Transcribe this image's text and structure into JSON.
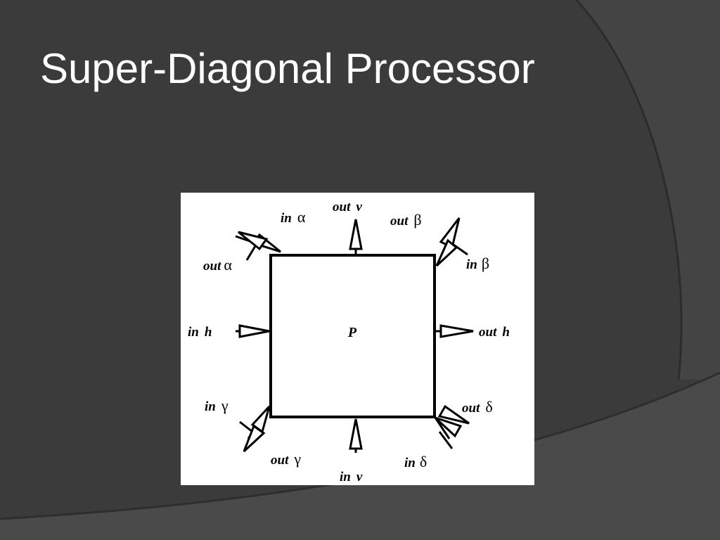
{
  "slide": {
    "title": "Super-Diagonal Processor",
    "background_color": "#3b3b3b",
    "title_color": "#ffffff"
  },
  "diagram": {
    "processor_label": "P",
    "ports": {
      "in_alpha": {
        "word": "in",
        "symbol": "α"
      },
      "out_v": {
        "word": "out",
        "symbol": "v"
      },
      "out_beta": {
        "word": "out",
        "symbol": "β"
      },
      "out_alpha": {
        "word": "out",
        "symbol": "α"
      },
      "in_beta": {
        "word": "in",
        "symbol": "β"
      },
      "in_h": {
        "word": "in",
        "symbol": "h"
      },
      "out_h": {
        "word": "out",
        "symbol": "h"
      },
      "in_gamma": {
        "word": "in",
        "symbol": "γ"
      },
      "out_delta": {
        "word": "out",
        "symbol": "δ"
      },
      "out_gamma": {
        "word": "out",
        "symbol": "γ"
      },
      "in_delta": {
        "word": "in",
        "symbol": "δ"
      },
      "in_v": {
        "word": "in",
        "symbol": "v"
      }
    }
  }
}
